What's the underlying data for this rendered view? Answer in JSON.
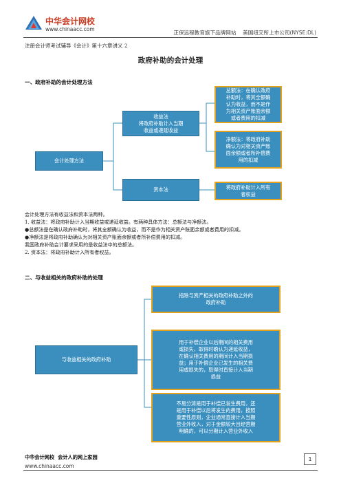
{
  "header": {
    "brand_cn": "中华会计网校",
    "brand_url": "www.chinaacc.com",
    "tagline": "正保远程教育旗下品牌网站    美国纽交所上市公司(NYSE:DL)",
    "lecture": "注册会计师考试辅导《会计》第十六章讲义 2"
  },
  "title": "政府补助的会计处理",
  "section1": {
    "heading": "一、政府补助的会计处理方法",
    "diagram": {
      "root": "会计处理方法",
      "income_method": "收益法\n将政府补助计入当期\n收益或递延收益",
      "gross_method": "总额法：在确认政府\n补助时，将其全额确\n认为收益，而不是作\n为相关资产账面余额\n或者费用的扣减",
      "net_method": "净额法：将政府补助\n确认为对相关资产账\n面余额或者所补偿费\n用的扣减",
      "capital_method": "资本法",
      "capital_desc": "将政府补助计入所有\n者权益"
    },
    "paragraphs": [
      "会计处理方法有收益法和资本法两种。",
      "1. 收益法：将政府补助计入当期收益或递延收益。有两种具体方法：总额法与净额法。",
      "●总额法是在确认政府补助时，将其全额确认为收益，而不是作为相关资产账面余额或者费用的扣减。",
      "●净额法是将政府补助确认为对相关资产账面余额或者所补偿费用的扣减。",
      "我国政府补助会计要求采用的是收益法中的总额法。",
      "2. 资本法：将政府补助计入所有者权益。"
    ]
  },
  "section2": {
    "heading": "二、与收益相关的政府补助的处理",
    "diagram": {
      "root": "与收益相关的政府补助",
      "item1": "指除与资产相关的政府补助之外的\n政府补助",
      "item2": "用于补偿企业以后期间的相关费用\n或损失，取得时确认为递延收益，\n在确认相关费用的期间计入当期损\n益；用于补偿企业已发生的相关费\n用或损失的，取得时直接计入当期\n损益",
      "item3": "不易分清是用于补偿已发生费用，还\n是用于补偿以后将发生的费用，按照\n重要性原则，企业通常直接计入当期\n营业外收入，对于金额较大且经营期\n明确的，可以分期计入营业外收入"
    }
  },
  "footer": {
    "brand": "中华会计网校  会计人的网上家园",
    "url": "www.chinaacc.com",
    "page": "1"
  }
}
